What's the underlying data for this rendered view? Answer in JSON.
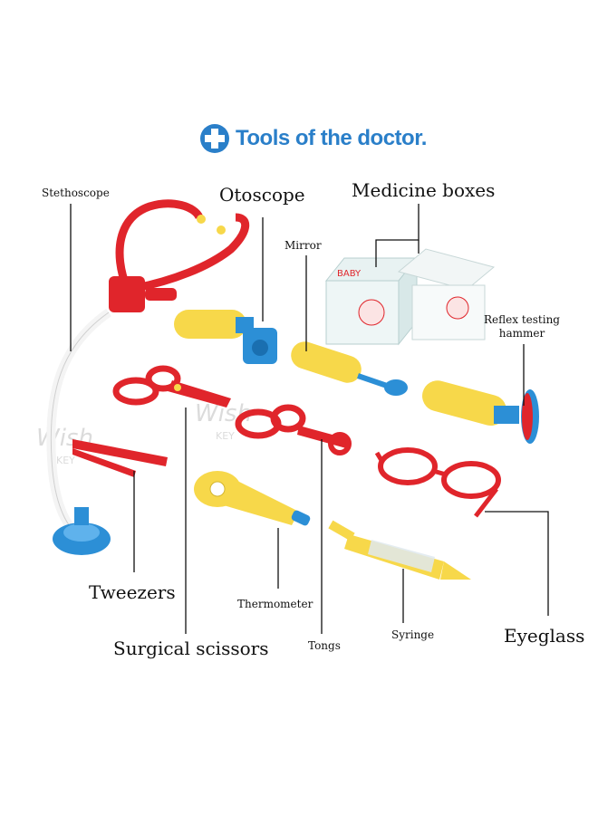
{
  "title": {
    "text": "Tools of the doctor.",
    "icon": "medical-cross-icon",
    "color": "#2a7fc9"
  },
  "labels": {
    "stethoscope": "Stethoscope",
    "otoscope": "Otoscope",
    "medicine_boxes": "Medicine boxes",
    "mirror": "Mirror",
    "reflex_hammer_line1": "Reflex testing",
    "reflex_hammer_line2": "hammer",
    "tweezers": "Tweezers",
    "surgical_scissors": "Surgical scissors",
    "thermometer": "Thermometer",
    "tongs": "Tongs",
    "syringe": "Syringe",
    "eyeglass": "Eyeglass"
  },
  "watermark": {
    "brand": "WISH KEY"
  },
  "colors": {
    "red": "#e0252b",
    "yellow": "#f7d84a",
    "blue": "#2c8fd6",
    "accent": "#2a7fc9"
  }
}
